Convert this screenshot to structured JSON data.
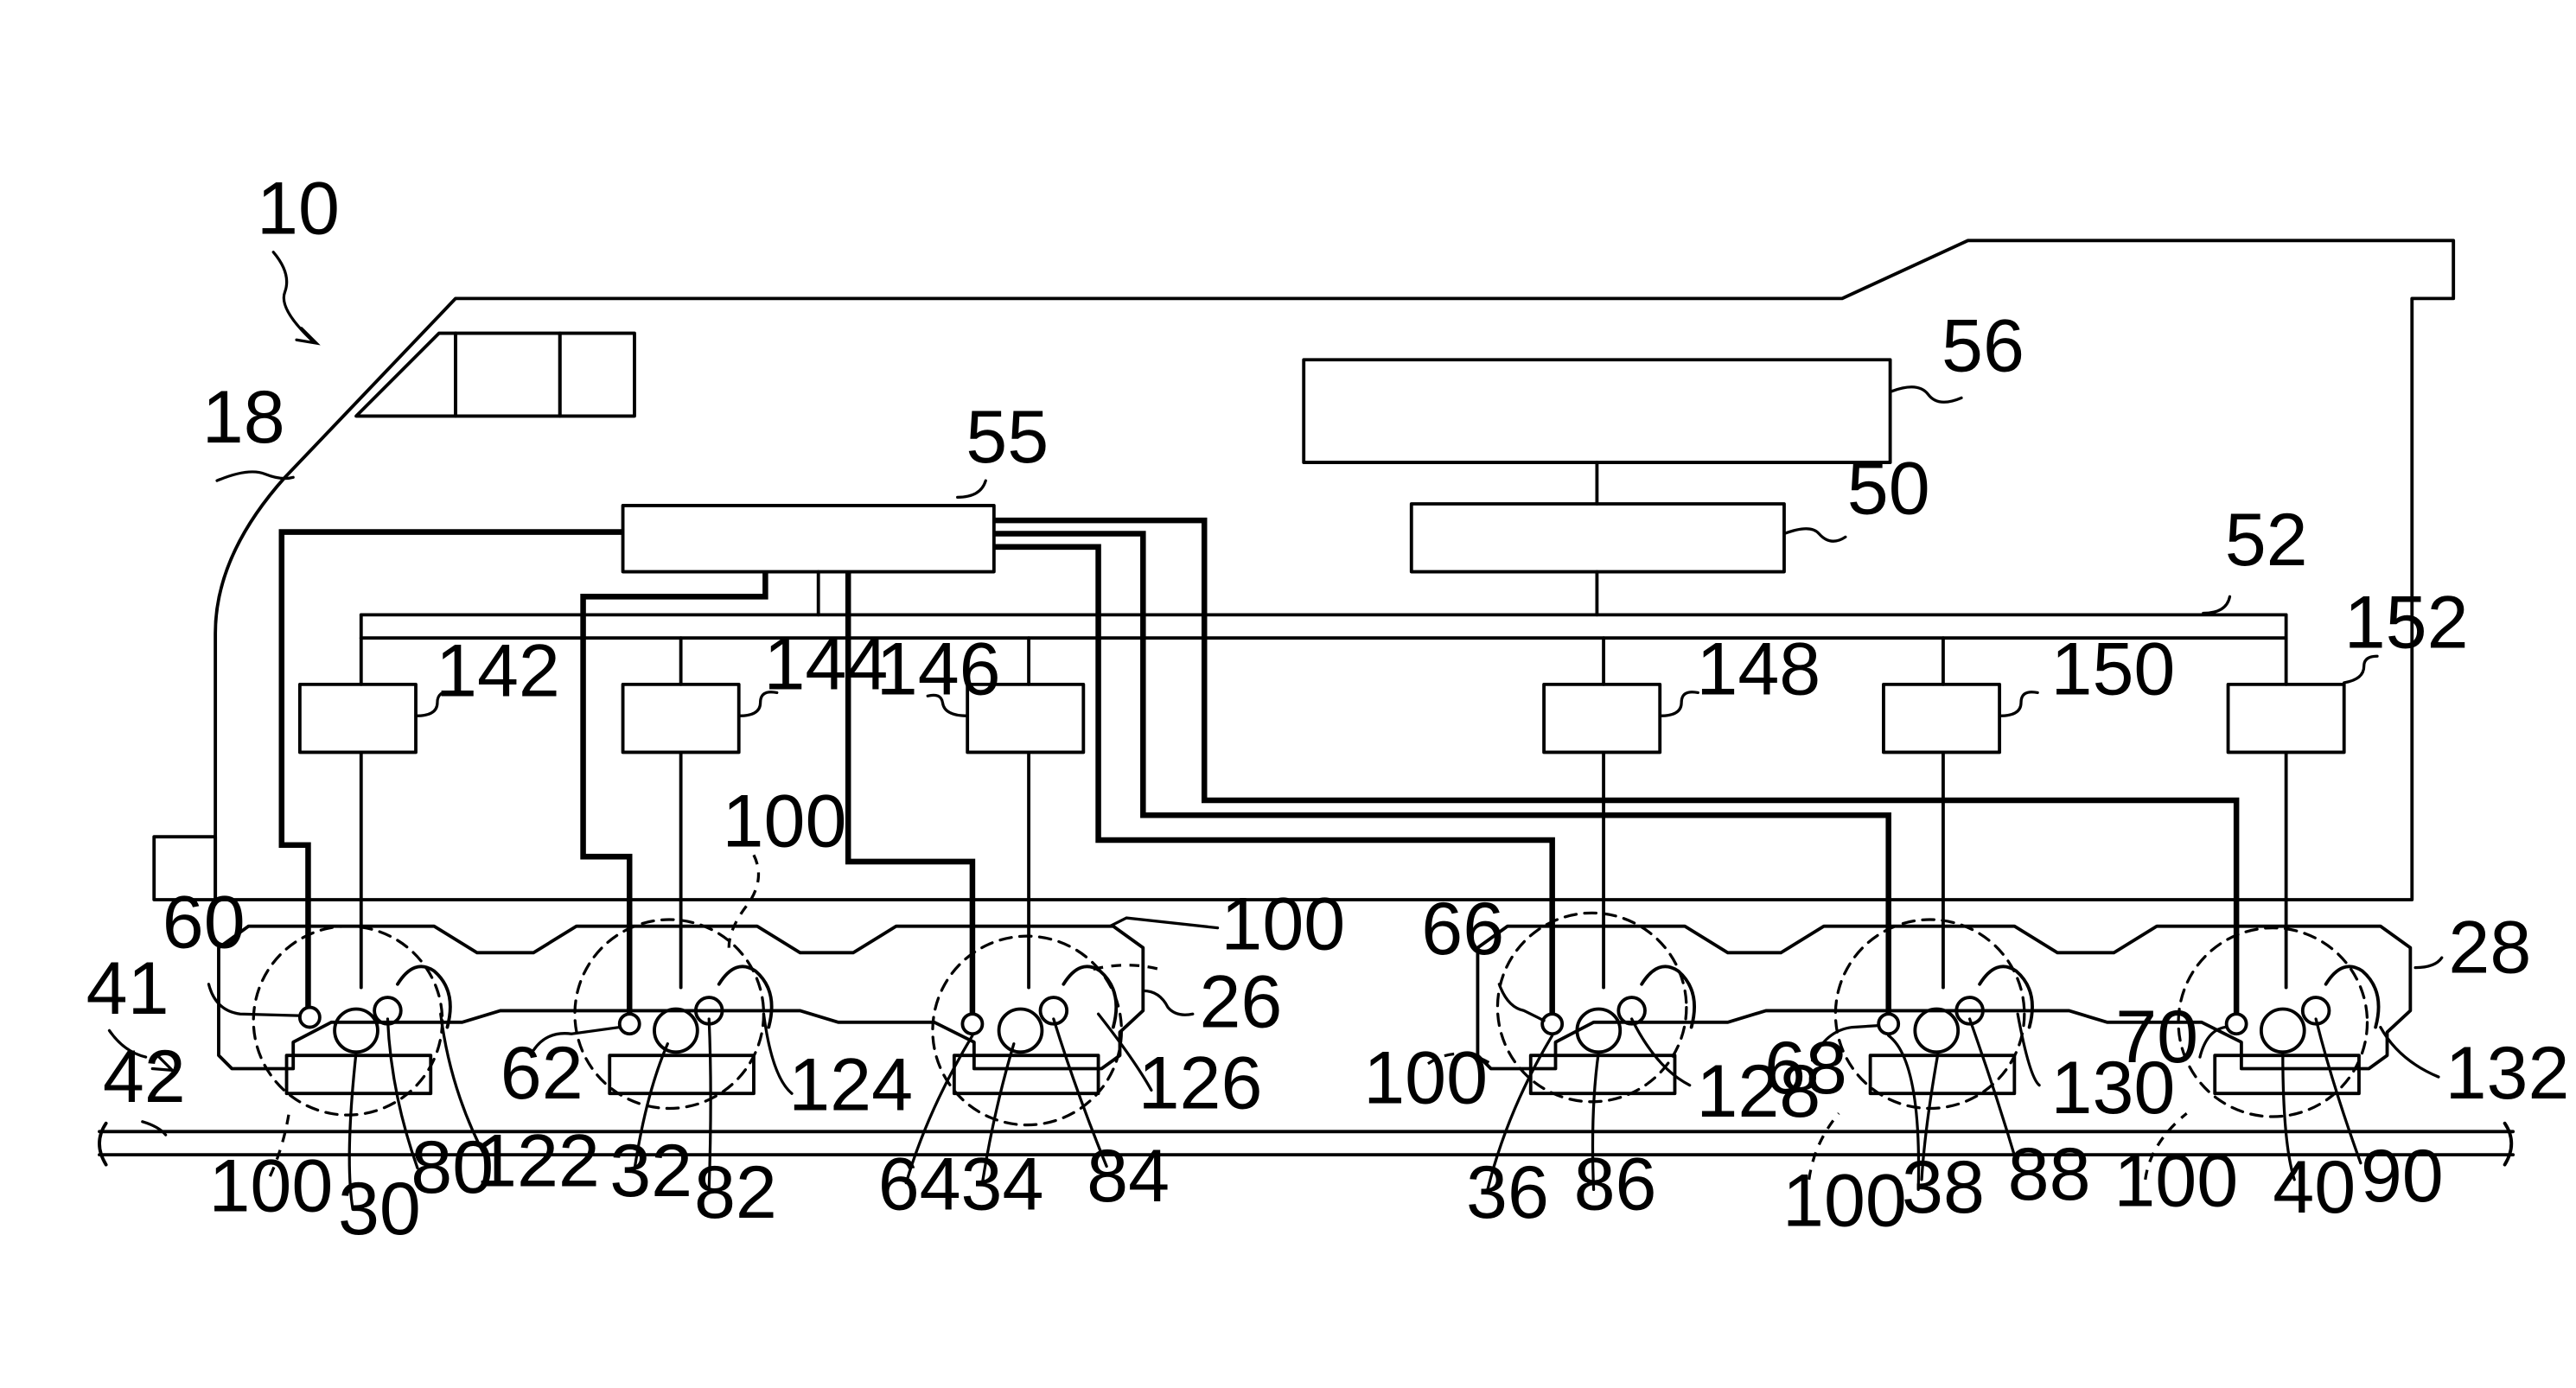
{
  "figure": {
    "line_color": "#000000",
    "background": "#ffffff",
    "locomotive_ref": "10",
    "cab_ref": "18",
    "track_system_ref": "41",
    "rail_ref": "42",
    "control_system_ref": "55",
    "power_source_ref": "56",
    "converter_ref": "50",
    "dc_bus_ref": "52",
    "truck_refs": [
      "26",
      "28"
    ],
    "inverters": [
      "142",
      "144",
      "146",
      "148",
      "150",
      "152"
    ],
    "wheel_zone_ref": "100",
    "axle_groups": [
      {
        "sensor": "60",
        "wheel": "30",
        "motor": "80",
        "motor_sensor": "122"
      },
      {
        "sensor": "62",
        "wheel": "32",
        "motor": "82",
        "motor_sensor": "124"
      },
      {
        "sensor": "64",
        "wheel": "34",
        "motor": "84",
        "motor_sensor": "126"
      },
      {
        "sensor": "66",
        "wheel": "36",
        "motor": "86",
        "motor_sensor": "128"
      },
      {
        "sensor": "68",
        "wheel": "38",
        "motor": "88",
        "motor_sensor": "130"
      },
      {
        "sensor": "70",
        "wheel": "40",
        "motor": "90",
        "motor_sensor": "132"
      }
    ]
  }
}
